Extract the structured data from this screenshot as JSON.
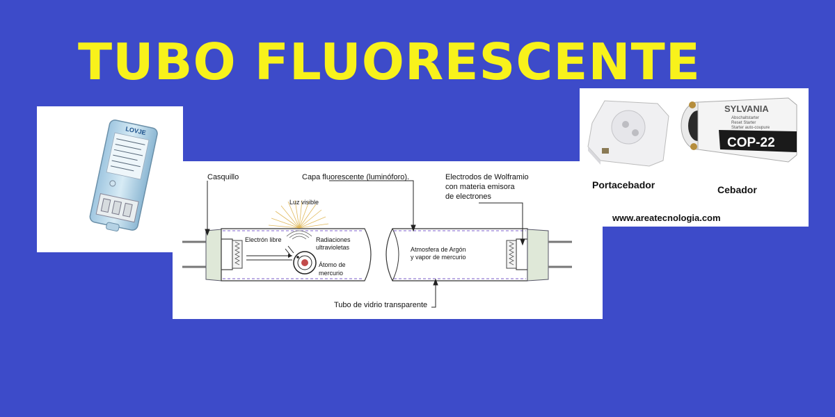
{
  "title": "TUBO FLUORESCENTE",
  "colors": {
    "background": "#3d4bc9",
    "title": "#f8f21b",
    "panel": "#ffffff",
    "phosphor_line": "#7a5bc8"
  },
  "ballast": {
    "brand": "LOVJE"
  },
  "diagram": {
    "labels": {
      "casquillo": "Casquillo",
      "capa": "Capa fluorescente (luminóforo).",
      "electrodos_1": "Electrodos de Wolframio",
      "electrodos_2": "con materia emisora",
      "electrodos_3": "de electrones",
      "luz": "Luz visible",
      "electron": "Electrón libre",
      "radiaciones_1": "Radiaciones",
      "radiaciones_2": "ultravioletas",
      "atomo_1": "Átomo de",
      "atomo_2": "mercurio",
      "atmosfera_1": "Atmosfera de Argón",
      "atmosfera_2": "y vapor de mercurio",
      "tubo": "Tubo de vidrio transparente"
    }
  },
  "starter": {
    "portacebador_label": "Portacebador",
    "cebador_label": "Cebador",
    "brand": "SYLVANIA",
    "model": "COP-22",
    "line1": "Abschaltstarter",
    "line2": "Reset Starter",
    "line3": "Starter auto-coupure",
    "website": "www.areatecnologia.com"
  }
}
